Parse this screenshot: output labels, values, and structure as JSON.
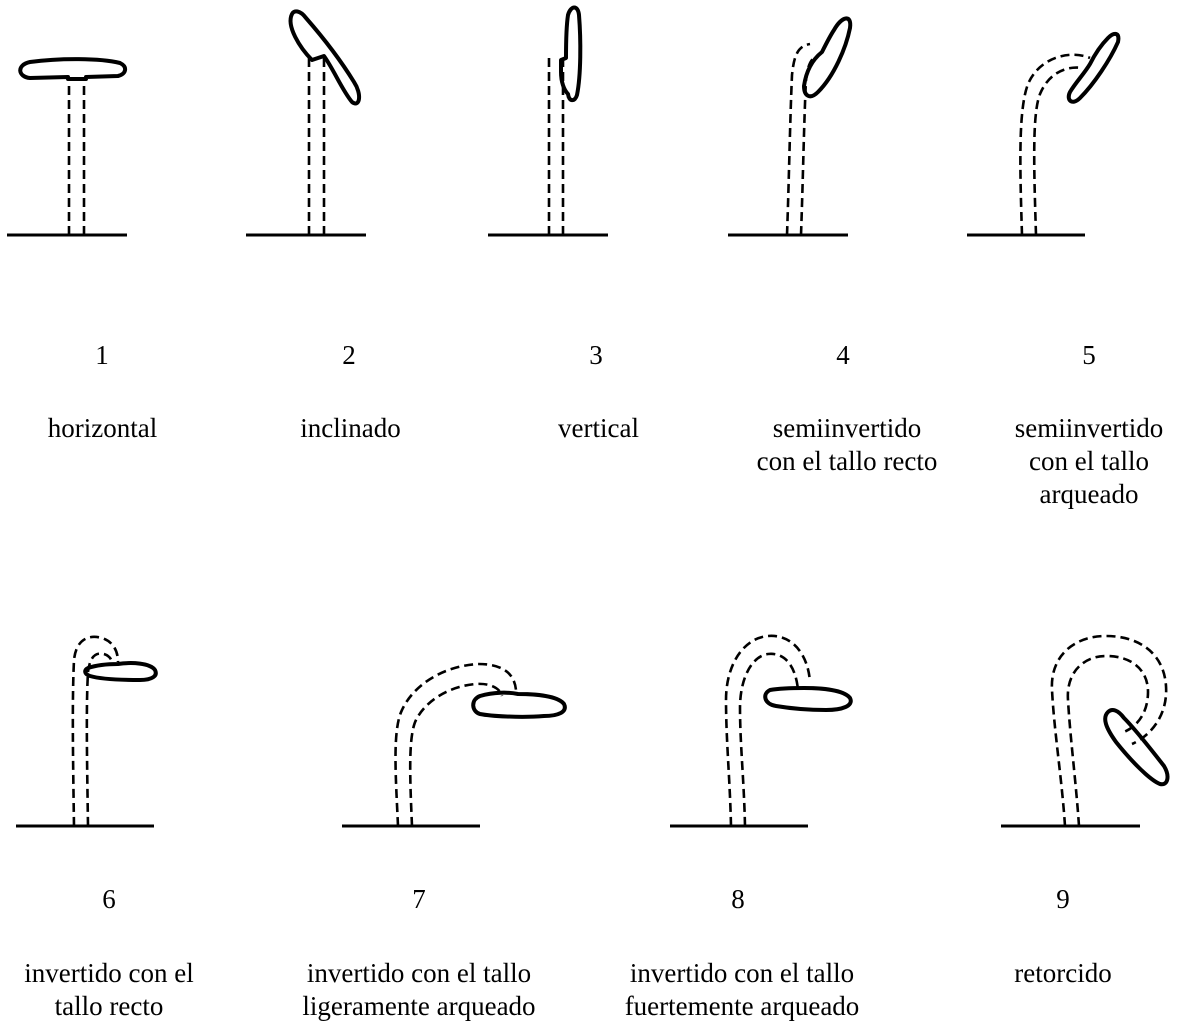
{
  "items": [
    {
      "number": "1",
      "lines": [
        "horizontal"
      ]
    },
    {
      "number": "2",
      "lines": [
        "inclinado"
      ]
    },
    {
      "number": "3",
      "lines": [
        "vertical"
      ]
    },
    {
      "number": "4",
      "lines": [
        "semiinvertido",
        "con el tallo recto"
      ]
    },
    {
      "number": "5",
      "lines": [
        "semiinvertido",
        "con el tallo",
        "arqueado"
      ]
    },
    {
      "number": "6",
      "lines": [
        "invertido con el",
        "tallo recto"
      ]
    },
    {
      "number": "7",
      "lines": [
        "invertido con el tallo",
        "ligeramente arqueado"
      ]
    },
    {
      "number": "8",
      "lines": [
        "invertido con el tallo",
        "fuertemente arqueado"
      ]
    },
    {
      "number": "9",
      "lines": [
        "retorcido"
      ]
    }
  ]
}
